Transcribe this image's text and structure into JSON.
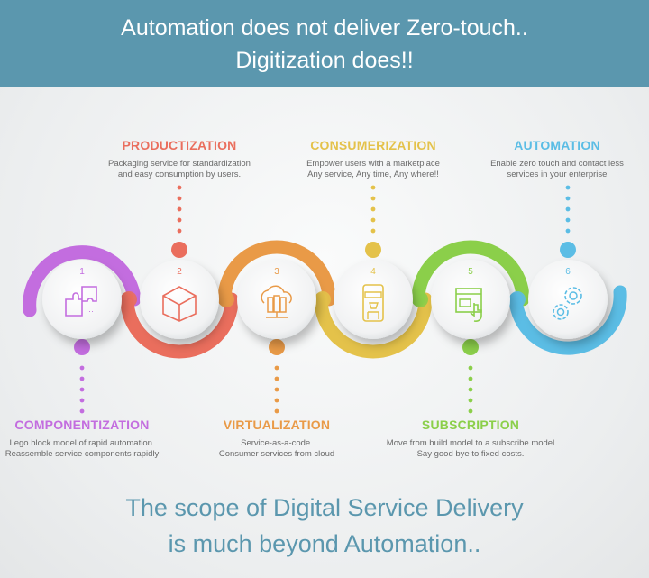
{
  "header": {
    "line1": "Automation does not deliver Zero-touch..",
    "line2": "Digitization does!!"
  },
  "footer": {
    "line1": "The scope of Digital Service Delivery",
    "line2": "is much beyond Automation.."
  },
  "steps": [
    {
      "number": "1",
      "title": "COMPONENTIZATION",
      "desc1": "Lego block model of rapid automation.",
      "desc2": "Reassemble service components rapidly",
      "color": "#c36ddf",
      "icon": "puzzle-icon",
      "position": "bottom"
    },
    {
      "number": "2",
      "title": "PRODUCTIZATION",
      "desc1": "Packaging service for standardization",
      "desc2": "and easy consumption by users.",
      "color": "#ea6e5d",
      "icon": "box-icon",
      "position": "top"
    },
    {
      "number": "3",
      "title": "VIRTUALIZATION",
      "desc1": "Service-as-a-code.",
      "desc2": "Consumer services from cloud",
      "color": "#e99a47",
      "icon": "cloud-server-icon",
      "position": "bottom"
    },
    {
      "number": "4",
      "title": "CONSUMERIZATION",
      "desc1": "Empower users with a marketplace",
      "desc2": "Any service, Any time, Any where!!",
      "color": "#e4c24a",
      "icon": "mobile-store-icon",
      "position": "top"
    },
    {
      "number": "5",
      "title": "SUBSCRIPTION",
      "desc1": "Move from build model to a subscribe model",
      "desc2": "Say good bye to fixed costs.",
      "color": "#8bcf4a",
      "icon": "browser-click-icon",
      "position": "bottom"
    },
    {
      "number": "6",
      "title": "AUTOMATION",
      "desc1": "Enable  zero touch and contact less",
      "desc2": "services in your enterprise",
      "color": "#5bbde5",
      "icon": "gears-icon",
      "position": "top"
    }
  ]
}
